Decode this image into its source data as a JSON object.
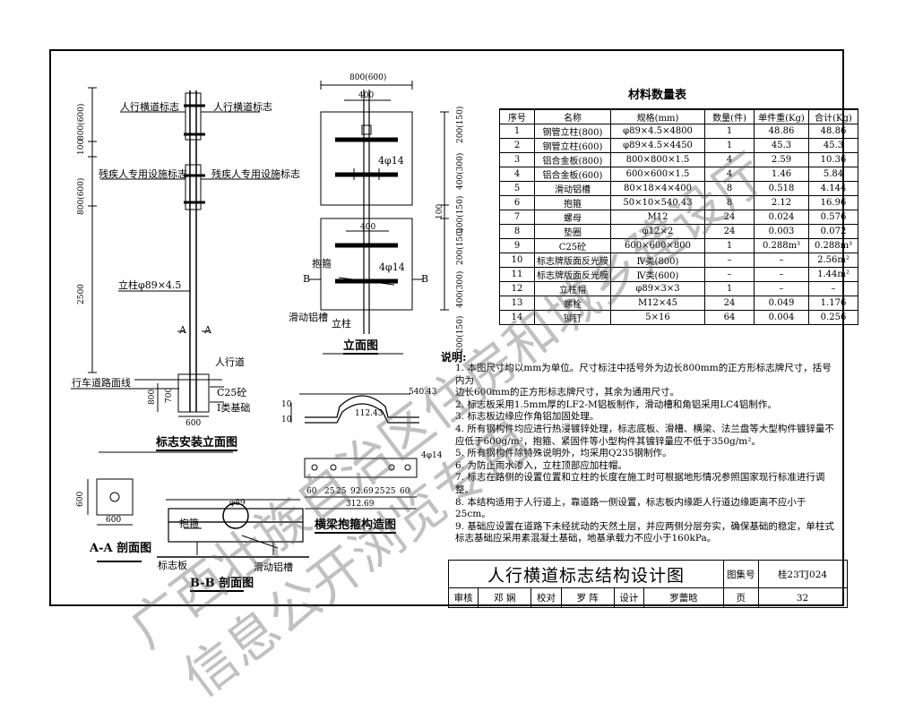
{
  "left_elevation": {
    "title": "标志安装立面图",
    "labels": {
      "sign_top_left": "人行横道标志",
      "sign_top_right": "人行横道标志",
      "sign_mid_left": "残疾人专用设施标志",
      "sign_mid_right": "残疾人专用设施标志",
      "pole": "立柱φ89×4.5",
      "sidewalk": "人行道",
      "concrete": "C25砼",
      "foundation": "Ⅰ类基础",
      "road": "行车道路面线",
      "section_a1": "A",
      "section_a2": "A",
      "w600": "600"
    },
    "dims": [
      "800(600)",
      "100",
      "800(600)",
      "2500",
      "800",
      "700"
    ]
  },
  "front_view": {
    "title": "立面图",
    "dims_top": [
      "800(600)",
      "400"
    ],
    "dims_right_top": [
      "200(150)",
      "400(300)",
      "200(150)"
    ],
    "dims_right_mid": "100",
    "dims_right_bot": [
      "200(150)",
      "400(300)",
      "200(150)"
    ],
    "dim_400_lower": "400",
    "labels": {
      "bar_top": "4φ14",
      "bar_bot": "4φ14",
      "hoop": "抱箍",
      "rail": "滑动铝槽",
      "pole": "立柱",
      "b1": "B",
      "b2": "B"
    }
  },
  "section_aa": {
    "title": "A-A 剖面图",
    "dims": [
      "600",
      "600"
    ]
  },
  "section_bb": {
    "title": "B-B 剖面图",
    "labels": {
      "plate": "标志板",
      "hoop": "抱箍",
      "rail": "滑动铝槽",
      "d89": "φ89"
    }
  },
  "hoop_detail": {
    "title": "横梁抱箍构造图",
    "dims": [
      "540.43",
      "112.43",
      "10",
      "10",
      "4φ14",
      "60",
      "25",
      "25",
      "92.69",
      "25",
      "25",
      "60",
      "312.69"
    ]
  },
  "materials": {
    "title": "材料数量表",
    "headers": [
      "序号",
      "名称",
      "规格(mm)",
      "数量(件)",
      "单件重(Kg)",
      "合计(Kg)"
    ],
    "rows": [
      [
        "1",
        "钢管立柱(800)",
        "φ89×4.5×4800",
        "1",
        "48.86",
        "48.86"
      ],
      [
        "2",
        "钢管立柱(600)",
        "φ89×4.5×4450",
        "1",
        "45.3",
        "45.3"
      ],
      [
        "3",
        "铝合金板(800)",
        "800×800×1.5",
        "4",
        "2.59",
        "10.36"
      ],
      [
        "4",
        "铝合金板(600)",
        "600×600×1.5",
        "4",
        "1.46",
        "5.84"
      ],
      [
        "5",
        "滑动铝槽",
        "80×18×4×400",
        "8",
        "0.518",
        "4.144"
      ],
      [
        "6",
        "抱箍",
        "50×10×540.43",
        "8",
        "2.12",
        "16.96"
      ],
      [
        "7",
        "螺母",
        "M12",
        "24",
        "0.024",
        "0.576"
      ],
      [
        "8",
        "垫圈",
        "φ12×2",
        "24",
        "0.003",
        "0.072"
      ],
      [
        "9",
        "C25砼",
        "600×600×800",
        "1",
        "0.288m³",
        "0.288m³"
      ],
      [
        "10",
        "标志牌版面反光膜",
        "Ⅳ类(800)",
        "–",
        "–",
        "2.56m²"
      ],
      [
        "11",
        "标志牌版面反光膜",
        "Ⅳ类(600)",
        "–",
        "–",
        "1.44m²"
      ],
      [
        "12",
        "立柱帽",
        "φ89×3×3",
        "1",
        "–",
        "–"
      ],
      [
        "13",
        "螺栓",
        "M12×45",
        "24",
        "0.049",
        "1.176"
      ],
      [
        "14",
        "铆钉",
        "5×16",
        "64",
        "0.004",
        "0.256"
      ]
    ]
  },
  "notes": {
    "title": "说明:",
    "items": [
      "1. 本图尺寸均以mm为单位。尺寸标注中括号外为边长800mm的正方形标志牌尺寸，括号内为",
      "    边长600mm的正方形标志牌尺寸，其余为通用尺寸。",
      "2. 标志板采用1.5mm厚的LF2-M铝板制作，滑动槽和角铝采用LC4铝制作。",
      "3. 标志板边缘应作角铝加固处理。",
      "4. 所有钢构件均应进行热浸镀锌处理，标志底板、滑槽、横梁、法兰盘等大型构件镀锌量不",
      "    应低于600g/m²，抱箍、紧固件等小型构件其镀锌量应不低于350g/m²。",
      "5. 所有钢构件除特殊说明外，均采用Q235钢制作。",
      "6. 为防止雨水渗入，立柱顶部应加柱帽。",
      "7. 标志在路侧的设置位置和立柱的长度在施工时可根据地形情况参照国家现行标准进行调整。",
      "8. 本结构适用于人行道上，靠道路一侧设置，标志板内缘距人行道边缘距离不应小于25cm。",
      "9. 基础应设置在道路下未经扰动的天然土层，并应两侧分层夯实，确保基础的稳定，单柱式",
      "    标志基础应采用素混凝土基础，地基承载力不应小于160kPa。"
    ]
  },
  "title_block": {
    "title": "人行横道标志结构设计图",
    "atlas_label": "图集号",
    "atlas_no": "桂23TJ024",
    "review_label": "审核",
    "reviewer": "邓 娴",
    "check_label": "校对",
    "checker": "罗 阵",
    "design_label": "设计",
    "designer": "罗蕾晗",
    "page_label": "页",
    "page_no": "32"
  },
  "watermark": {
    "line1": "广西壮族自治区住房和城乡建设厅",
    "line2": "信息公开浏览专用"
  }
}
